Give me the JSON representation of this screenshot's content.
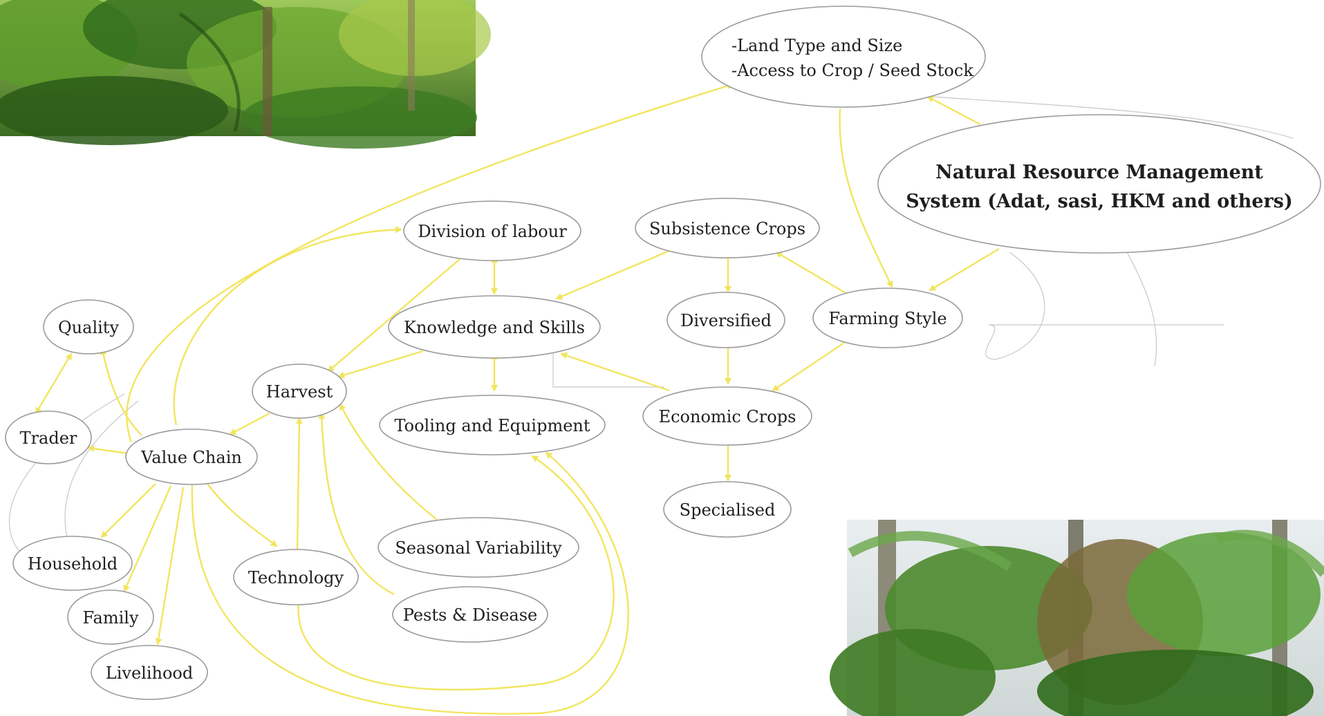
{
  "nodes": {
    "land": {
      "lines": [
        "-Land Type and Size",
        "-Access to Crop / Seed Stock"
      ]
    },
    "nrm": {
      "lines": [
        "Natural Resource Management",
        "System (Adat, sasi, HKM and others)"
      ]
    },
    "division": "Division of labour",
    "subsistence": "Subsistence Crops",
    "knowledge": "Knowledge and Skills",
    "diversified": "Diversified",
    "farming": "Farming Style",
    "quality": "Quality",
    "harvest": "Harvest",
    "tooling": "Tooling and Equipment",
    "economic": "Economic Crops",
    "trader": "Trader",
    "valuechain": "Value Chain",
    "specialised": "Specialised",
    "seasonal": "Seasonal Variability",
    "household": "Household",
    "technology": "Technology",
    "family": "Family",
    "pests": "Pests & Disease",
    "livelihood": "Livelihood"
  },
  "colors": {
    "edge": "#f2e55f",
    "node_border": "#9a9a9a",
    "photo_foliage": "#3f7f2a"
  }
}
